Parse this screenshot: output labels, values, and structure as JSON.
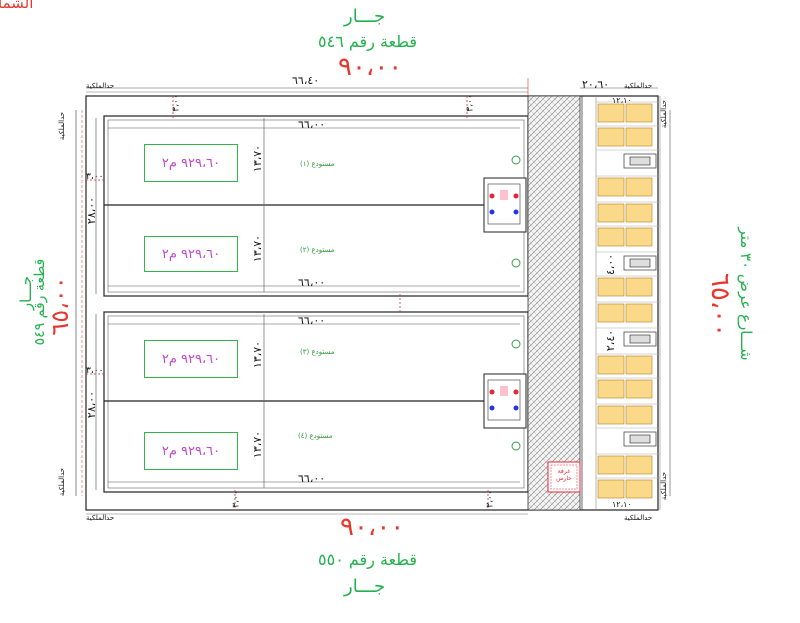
{
  "top": {
    "corner": "الشما",
    "neighbor": "جـــار",
    "plot": "قطعة رقم ٥٤٦",
    "length": "٩٠،٠٠"
  },
  "bottom": {
    "length": "٩٠،٠٠",
    "plot": "قطعة رقم ٥٥٠",
    "neighbor": "جـــار"
  },
  "left": {
    "neighbor": "جـــار",
    "plot": "قطعة رقم ٥٤٩",
    "length": "٦٥،٠٠"
  },
  "right": {
    "length": "٦٥،٠٠",
    "street": "شـــارع عرض ٣٠ متر"
  },
  "boundary_label": "حدالملكية",
  "dims": {
    "top_left": "٦٦،٤٠",
    "top_right": "٢٠،٦٠",
    "inner_width": "٦٦،٠٠",
    "unit_depth": "١٣،٧٠",
    "block_depth": "٢٨،٠٠",
    "edge_3": "٣،٠٠",
    "parking_a": "٤،٠٠",
    "parking_b": "٢،٤٠",
    "parking_c": "١٢،١٠"
  },
  "units": [
    {
      "area": "٩٢٩،٦٠ م٢",
      "label": "مستودع (١)"
    },
    {
      "area": "٩٢٩،٦٠ م٢",
      "label": "مستودع (٢)"
    },
    {
      "area": "٩٢٩،٦٠ م٢",
      "label": "مستودع (٣)"
    },
    {
      "area": "٩٢٩،٦٠ م٢",
      "label": "مستودع (٤)"
    }
  ],
  "guard_room": "غرفة حارس"
}
